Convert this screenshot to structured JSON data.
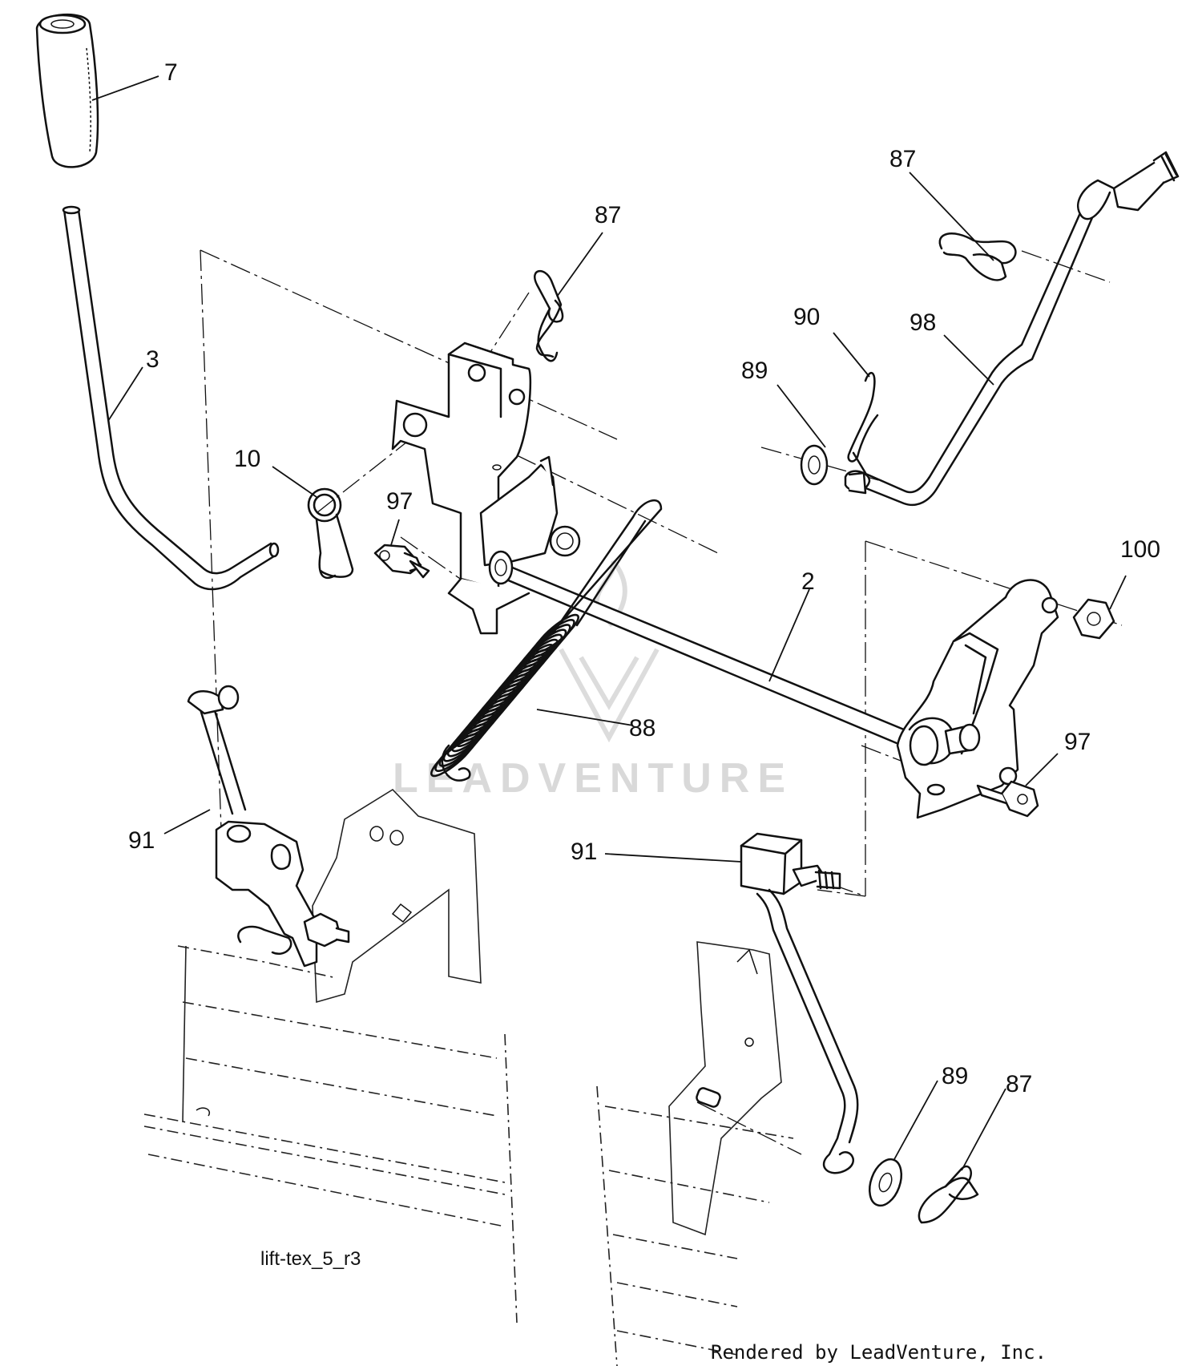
{
  "diagram": {
    "diagram_id": "lift-tex_5_r3",
    "credit": "Rendered by LeadVenture, Inc.",
    "watermark": "LEADVENTURE",
    "callouts": {
      "c7": "7",
      "c3": "3",
      "c10": "10",
      "c97a": "97",
      "c87a": "87",
      "c87b": "87",
      "c90": "90",
      "c98": "98",
      "c89a": "89",
      "c2": "2",
      "c100": "100",
      "c88": "88",
      "c97b": "97",
      "c91a": "91",
      "c91b": "91",
      "c89b": "89",
      "c87c": "87"
    }
  }
}
